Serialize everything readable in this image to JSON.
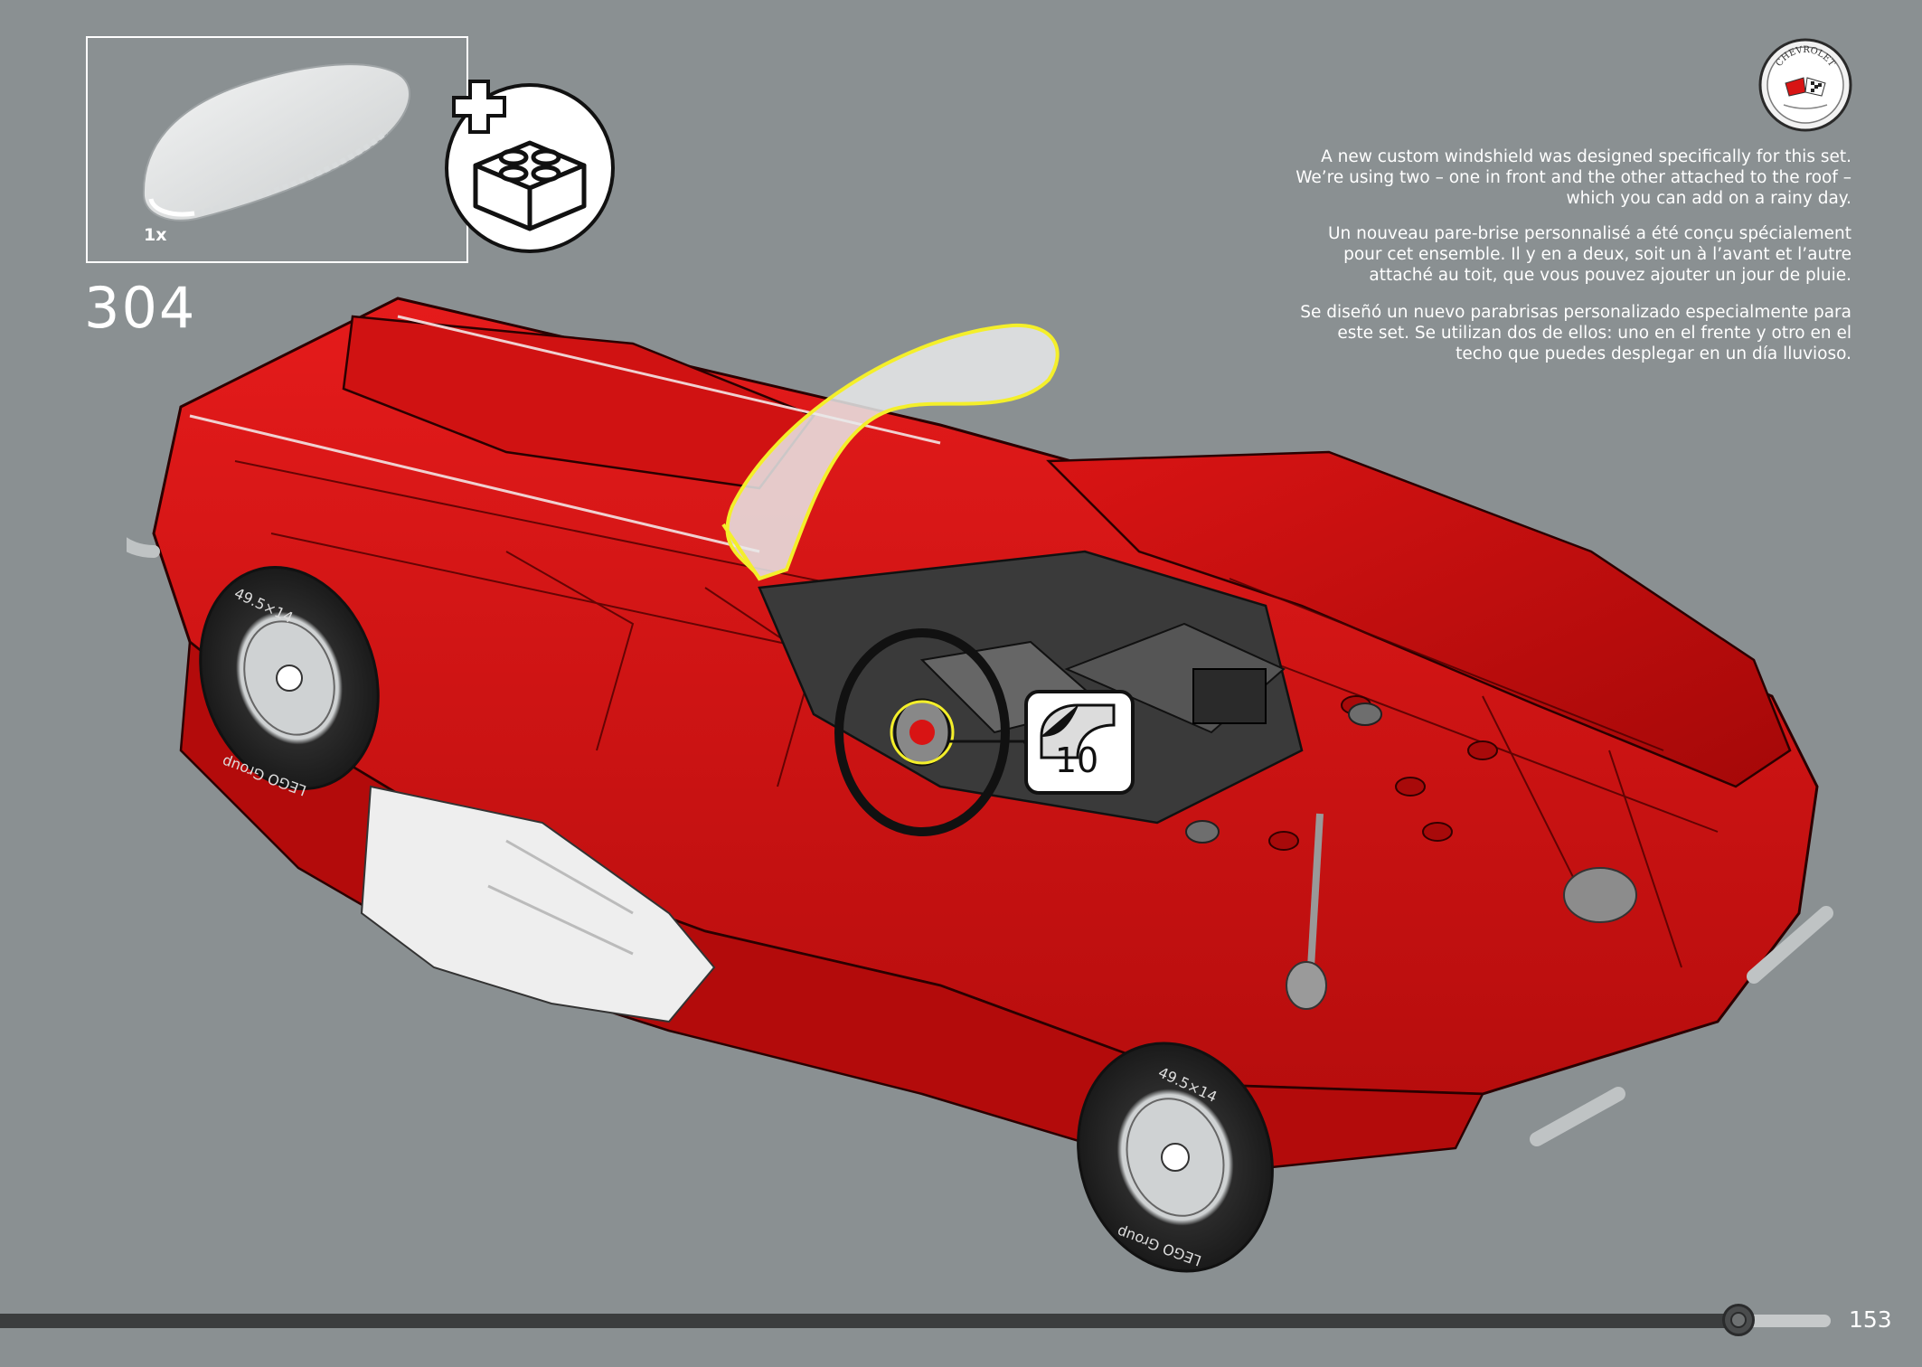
{
  "step": {
    "number": "304",
    "part_quantity": "1x",
    "part_icon": "transparent-windshield-piece",
    "add_icon": "add-brick-icon"
  },
  "callout": {
    "number": "10",
    "icon": "sticker-icon"
  },
  "description": {
    "en": "A new custom windshield was designed specifically for this set. We’re using two – one in front and the other attached to the roof – which you can add on a rainy day.",
    "fr": "Un nouveau pare-brise personnalisé a été conçu spécialement pour cet ensemble. Il y en a deux, soit un à l’avant et l’autre attaché au toit, que vous pouvez ajouter un jour de pluie.",
    "es": "Se diseñó un nuevo parabrisas personalizado especialmente para este set. Se utilizan dos de ellos: uno en el frente y otro en el techo que puedes desplegar en un día lluvioso."
  },
  "logo": {
    "icon": "chevrolet-corvette-emblem",
    "text": "CHEVROLET"
  },
  "tire_text": {
    "size": "49.5×14",
    "brand": "LEGO Group"
  },
  "page": {
    "number": "153"
  },
  "colors": {
    "background": "#8a9092",
    "car_red": "#d81414",
    "highlight_yellow": "#f4ef2a"
  }
}
